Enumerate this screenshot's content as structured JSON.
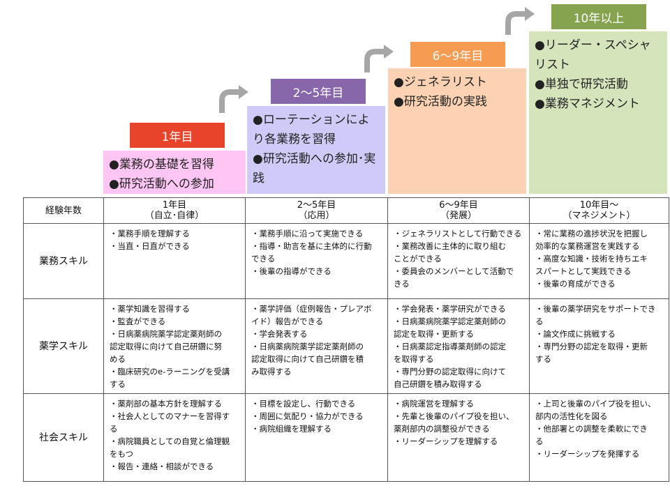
{
  "stages": [
    {
      "badge": "1年目",
      "badge_color": "#e8442b",
      "box_color": "#ffc6f4",
      "items": [
        "●業務の基礎を習得",
        "●研究活動への参加"
      ]
    },
    {
      "badge": "2～5年目",
      "badge_color": "#8866aa",
      "box_color": "#cfcaf8",
      "items": [
        "●ローテーションにより各業務を習得",
        "●研究活動への参加･実践"
      ]
    },
    {
      "badge": "6～9年目",
      "badge_color": "#f59b52",
      "box_color": "#fcd2b2",
      "items": [
        "●ジェネラリスト",
        "●研究活動の実践"
      ]
    },
    {
      "badge": "10年以上",
      "badge_color": "#86a450",
      "box_color": "#d6e4bc",
      "items": [
        "●リーダー・スペシャリスト",
        "●単独で研究活動",
        "●業務マネジメント"
      ]
    }
  ],
  "arrow_color": "#a6a6a6",
  "table": {
    "corner_header": "経験年数",
    "columns": [
      {
        "line1": "1年目",
        "line2": "（自立･自律）"
      },
      {
        "line1": "2～5年目",
        "line2": "（応用）"
      },
      {
        "line1": "6～9年目",
        "line2": "（発展）"
      },
      {
        "line1": "10年目～",
        "line2": "（マネジメント）"
      }
    ],
    "rows": [
      {
        "label": "業務スキル",
        "cells": [
          [
            "・業務手順を理解する",
            "・当直・日直ができる"
          ],
          [
            "・業務手順に沿って実施できる",
            "・指導・助言を基に主体的に行動",
            "できる",
            "・後輩の指導ができる"
          ],
          [
            "・ジェネラリストとして行動できる",
            "・業務改善に主体的に取り組む",
            "ことができる",
            "・委員会のメンバーとして活動で",
            "きる"
          ],
          [
            "・常に業務の進捗状況を把握し",
            "効率的な業務運営を実践する",
            "・高度な知識・技術を持ちエキ",
            "スパートとして実践できる",
            "・後輩の育成ができる"
          ]
        ]
      },
      {
        "label": "薬学スキル",
        "cells": [
          [
            "・薬学知識を習得する",
            "・監査ができる",
            "・日病薬病院薬学認定薬剤師の",
            "認定取得に向けて自己研鑽に努",
            "める",
            "・臨床研究のe-ラーニングを受講",
            "する"
          ],
          [
            "・薬学評価（症例報告・プレアボ",
            "イド）報告ができる",
            "・学会発表する",
            "・日病薬病院薬学認定薬剤師の",
            "認定取得に向けて自己研鑽を積",
            "み取得する"
          ],
          [
            "・学会発表・薬学研究ができる",
            "・日病薬病院薬学認定薬剤師の",
            "認定を取得・更新する",
            "・日病薬認定指導薬剤師の認定",
            "を取得する",
            "・専門分野の認定取得に向けて",
            "自己研鑽を積み取得する"
          ],
          [
            "・後輩の薬学研究をサポートでき",
            "る",
            "・論文作成に挑戦する",
            "・専門分野の認定を取得・更新",
            "する"
          ]
        ]
      },
      {
        "label": "社会スキル",
        "cells": [
          [
            "・薬剤部の基本方針を理解する",
            "・社会人としてのマナーを習得す",
            "る",
            "・病院職員としての自覚と倫理観",
            "をもつ",
            "・報告・連絡・相談ができる"
          ],
          [
            "・目標を設定し、行動できる",
            "・周囲に気配り・協力ができる",
            "・病院組織を理解する"
          ],
          [
            "・病院運営を理解する",
            "・先輩と後輩のパイプ役を担い、",
            "薬剤部内の調整役ができる",
            "・リーダーシップを理解する"
          ],
          [
            "・上司と後輩のパイプ役を担い、",
            "部内の活性化を図る",
            "・他部署との調整を柔軟にでき",
            "る",
            "・リーダーシップを発揮する"
          ]
        ]
      }
    ]
  }
}
